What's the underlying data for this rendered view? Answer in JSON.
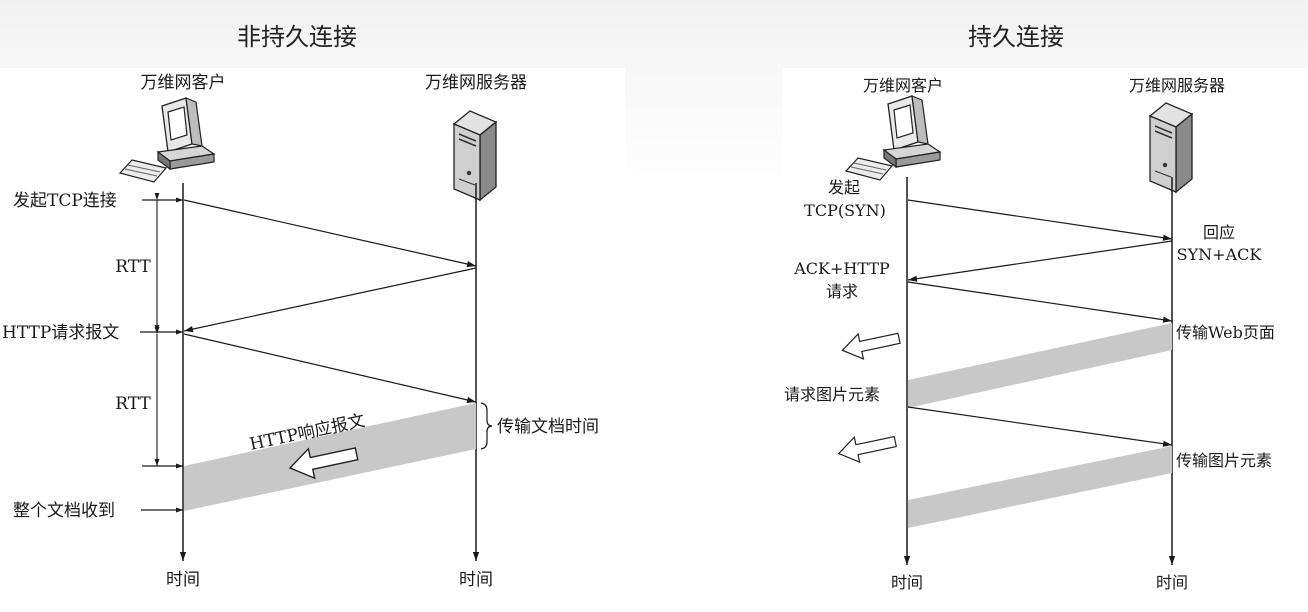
{
  "non_persistent": {
    "title": "非持久连接",
    "client_label": "万维网客户",
    "server_label": "万维网服务器",
    "initiate_tcp": "发起TCP连接",
    "rtt_1": "RTT",
    "http_request": "HTTP请求报文",
    "rtt_2": "RTT",
    "http_response": "HTTP响应报文",
    "transfer_time": "传输文档时间",
    "doc_received": "整个文档收到",
    "time_client": "时间",
    "time_server": "时间"
  },
  "persistent": {
    "title": "持久连接",
    "client_label": "万维网客户",
    "server_label": "万维网服务器",
    "initiate_line1": "发起",
    "initiate_line2": "TCP(SYN)",
    "reply_line1": "回应",
    "reply_line2": "SYN+ACK",
    "ack_line1": "ACK+HTTP",
    "ack_line2": "请求",
    "transfer_web": "传输Web页面",
    "request_image": "请求图片元素",
    "transfer_image": "传输图片元素",
    "time_client": "时间",
    "time_server": "时间"
  },
  "colors": {
    "band": "#c8c8c8",
    "line": "#1a1a1a"
  },
  "icons": [
    "computer-icon",
    "server-icon"
  ]
}
